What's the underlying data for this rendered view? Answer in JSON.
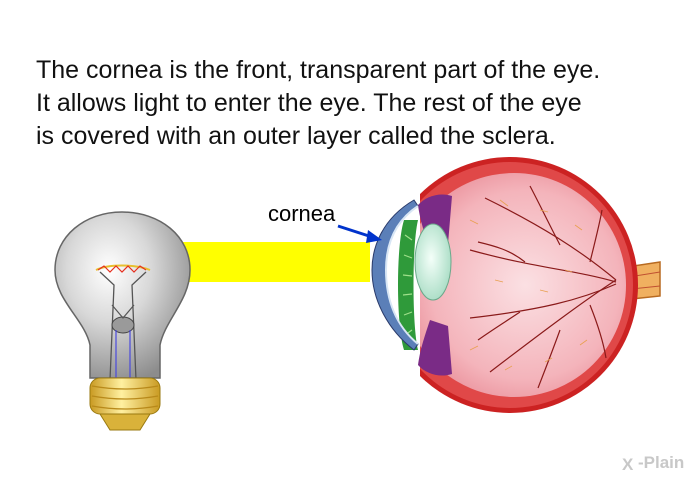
{
  "caption": {
    "lines": [
      "The cornea is the front, transparent part of the eye.",
      "It allows light to enter the eye. The rest of the eye",
      "is covered with an outer layer called the sclera."
    ]
  },
  "labels": {
    "cornea": "cornea"
  },
  "brand": {
    "x_mark": "X",
    "text": "-Plain"
  },
  "colors": {
    "light_beam": "#ffff00",
    "cornea_arrow": "#0033cc",
    "sclera": "#cc2222",
    "retina": "#f2a6ae",
    "iris": "#7a2b86",
    "lens": "#cfeee0",
    "bulb_base": "#f2cf55"
  },
  "icons": {
    "light_source": "light-bulb-icon",
    "eye": "eye-cross-section-icon"
  }
}
